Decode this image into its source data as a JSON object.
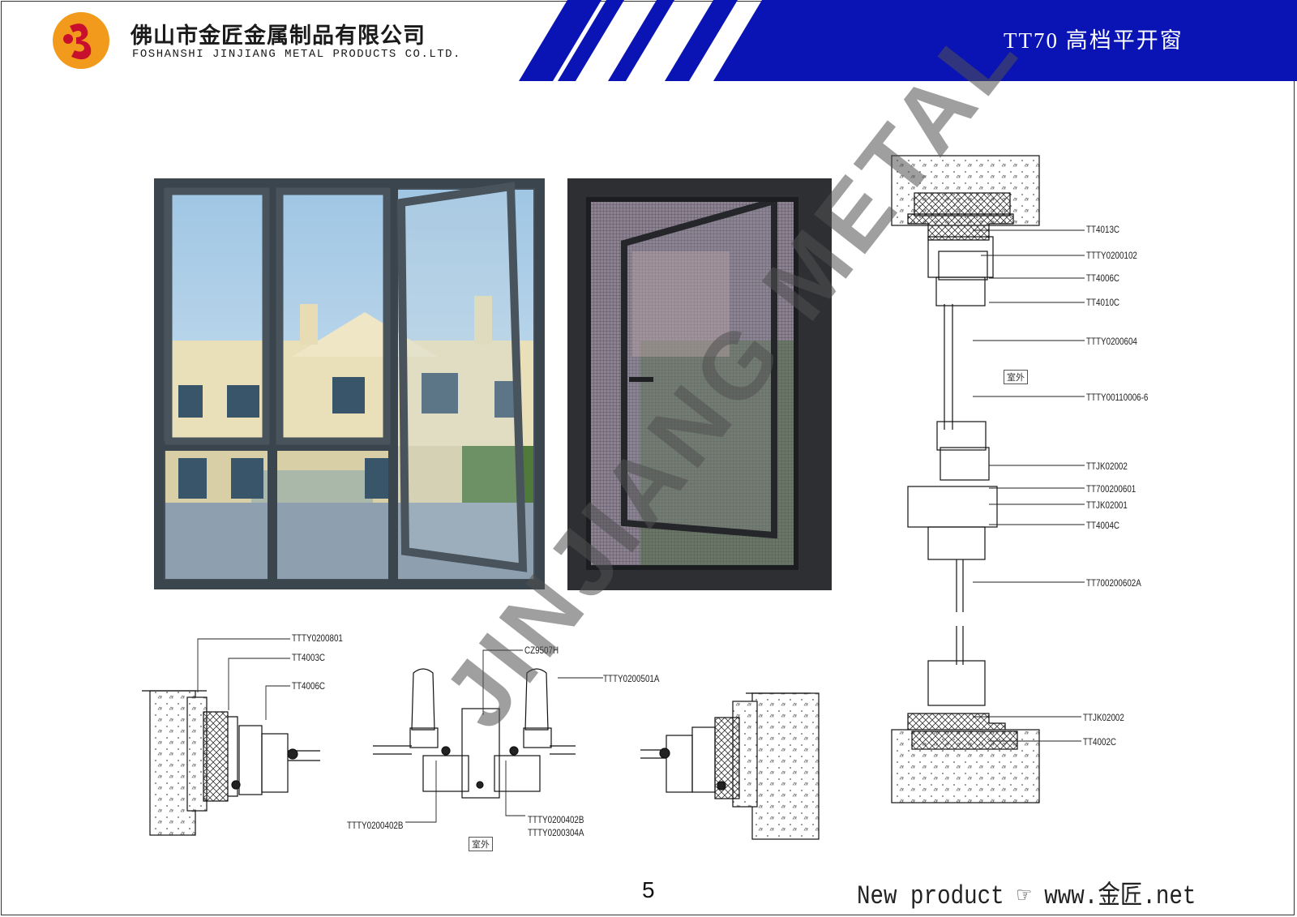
{
  "header": {
    "company_cn": "佛山市金匠金属制品有限公司",
    "company_en": "FOSHANSHI JINJIANG METAL PRODUCTS CO.LTD.",
    "product_title": "TT70 高档平开窗",
    "logo_icon": "jinjiang-logo-icon",
    "brand_colors": {
      "banner_blue": "#0a14b4",
      "logo_orange": "#f29a1c",
      "logo_red": "#c8102e"
    }
  },
  "vertical_section_labels": [
    "TT4013C",
    "TTTY0200102",
    "TT4006C",
    "TT4010C",
    "TTTY0200604",
    "室外",
    "TTTY00110006-6",
    "TTJK02002",
    "TT700200601",
    "TTJK02001",
    "TT4004C",
    "TT700200602A",
    "TTJK02002",
    "TT4002C"
  ],
  "left_section_labels": [
    "TTTY0200801",
    "TT4003C",
    "TT4006C"
  ],
  "middle_section_labels": [
    "CZ9507H",
    "TTTY0200501A",
    "TTTY0200402B",
    "TTTY0200402B",
    "TTTY0200304A",
    "室外"
  ],
  "watermark": "JINJIANG METAL",
  "footer": {
    "page_number": "5",
    "promo": "New product ☞  www.金匠.net"
  }
}
